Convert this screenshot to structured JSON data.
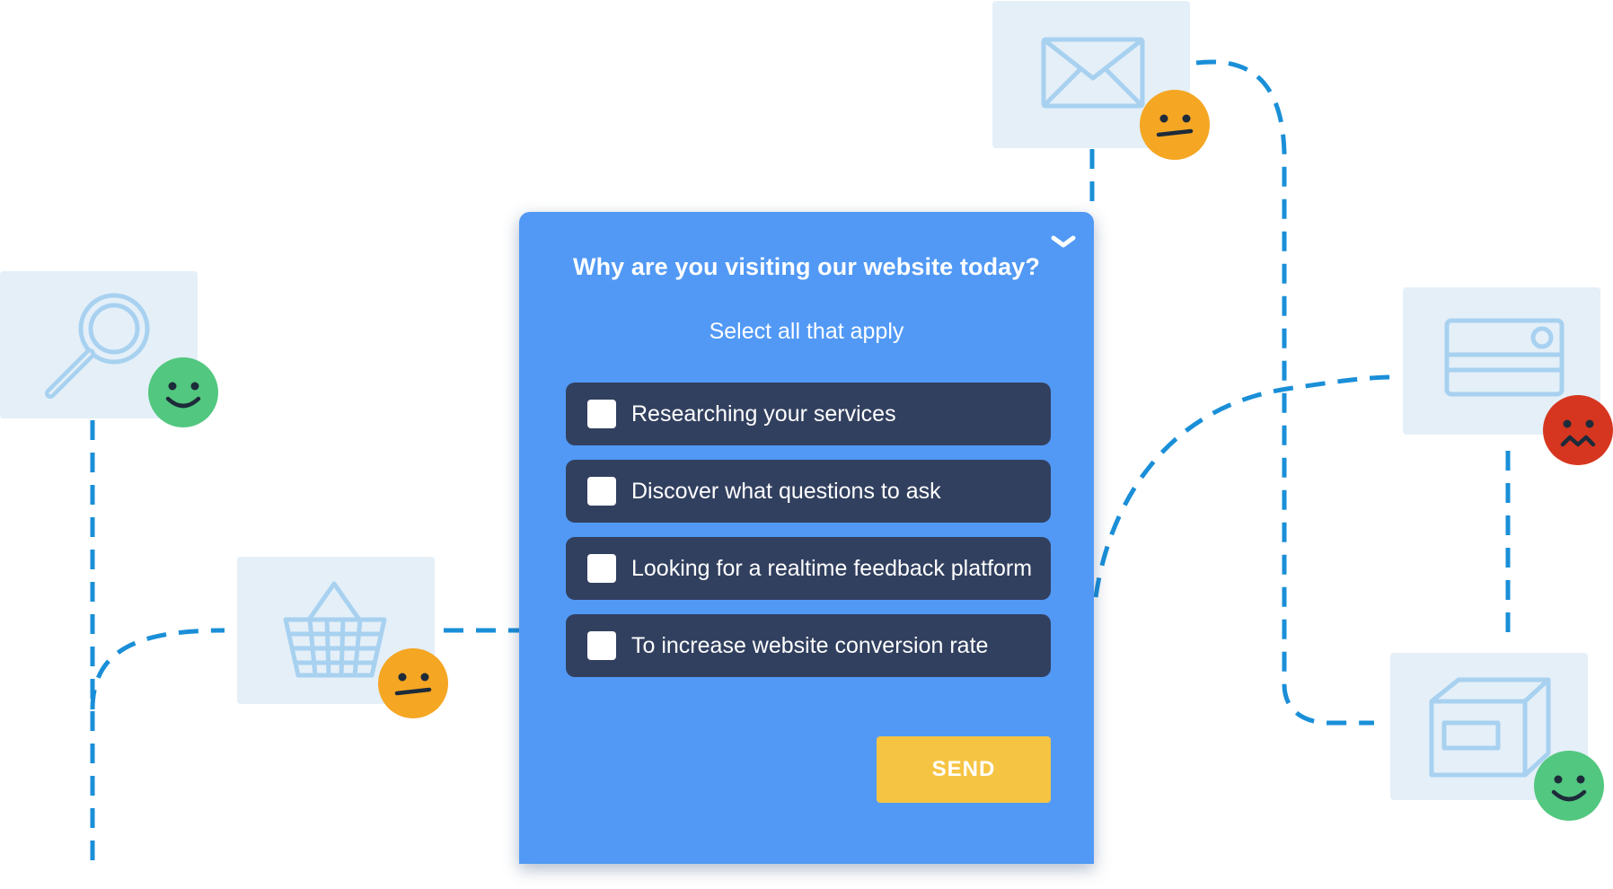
{
  "survey": {
    "title": "Why are you visiting our website today?",
    "subtitle": "Select all that apply",
    "options": [
      {
        "label": "Researching your services",
        "checked": false
      },
      {
        "label": "Discover what questions to ask",
        "checked": false
      },
      {
        "label": "Looking for a realtime feedback platform",
        "checked": false
      },
      {
        "label": "To increase website conversion rate",
        "checked": false
      }
    ],
    "send_label": "SEND",
    "collapse_icon": "chevron-down-icon"
  },
  "journey": {
    "steps": [
      {
        "icon": "search-icon",
        "sentiment": "happy"
      },
      {
        "icon": "basket-icon",
        "sentiment": "neutral"
      },
      {
        "icon": "envelope-icon",
        "sentiment": "neutral"
      },
      {
        "icon": "credit-card-icon",
        "sentiment": "unhappy"
      },
      {
        "icon": "package-box-icon",
        "sentiment": "happy"
      }
    ]
  },
  "colors": {
    "widget_background": "#5199f5",
    "option_background": "#32405f",
    "send_button": "#f6c443",
    "card_background": "#e4eff8",
    "icon_stroke": "#a8d1f0",
    "connector": "#1a8fd8",
    "happy_face": "#52c77f",
    "neutral_face": "#f5a623",
    "unhappy_face": "#d6361f",
    "face_features": "#1d2b3a"
  }
}
